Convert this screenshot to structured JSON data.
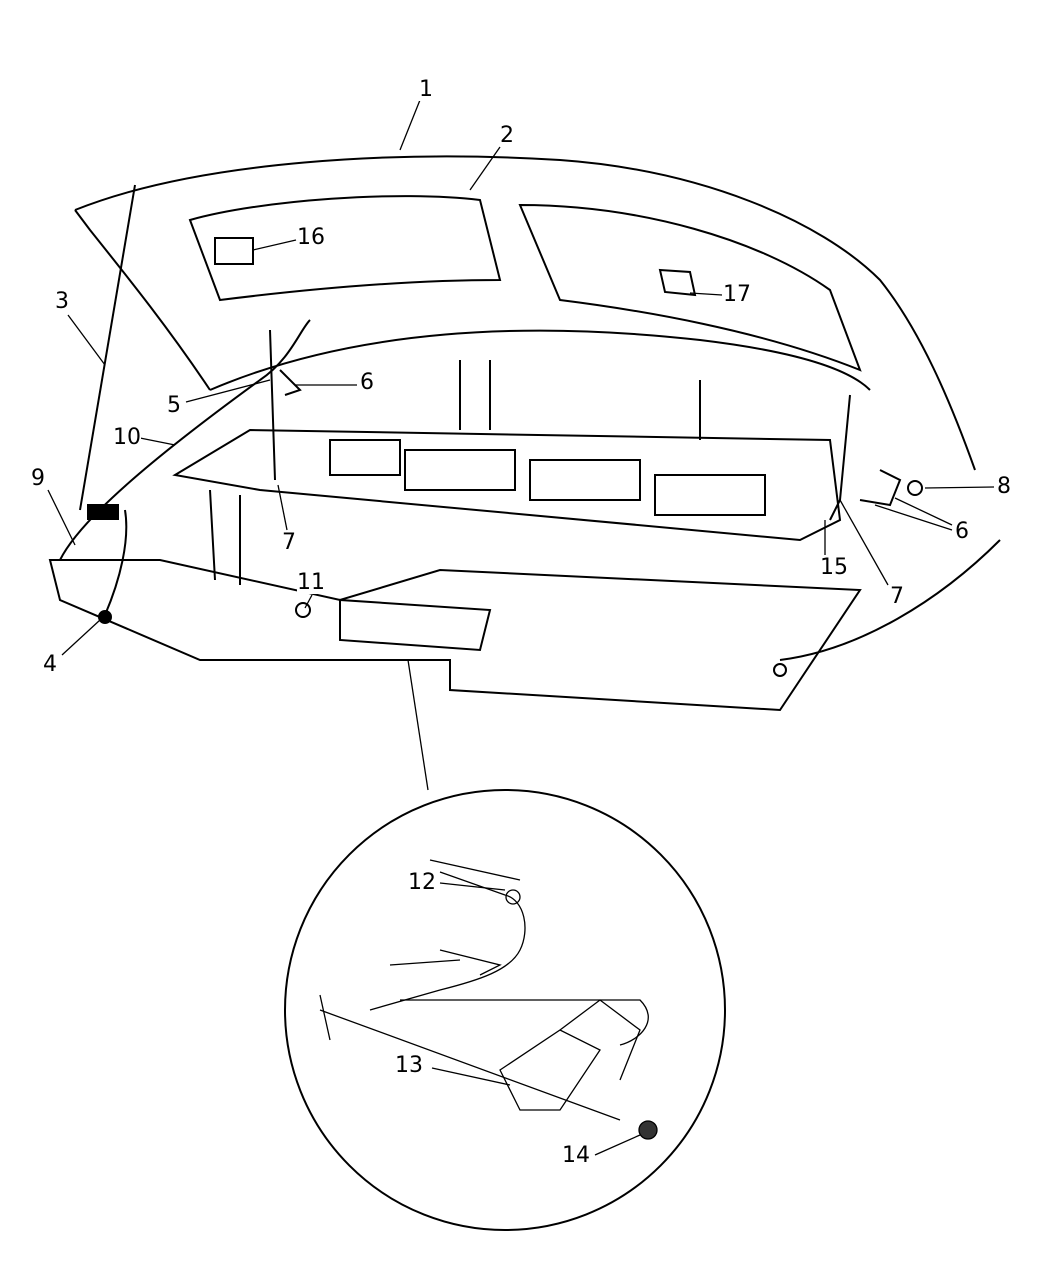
{
  "diagram": {
    "callouts": [
      "1",
      "2",
      "16",
      "17",
      "3",
      "5",
      "6",
      "10",
      "9",
      "7",
      "8",
      "6",
      "15",
      "7",
      "11",
      "4",
      "12",
      "13",
      "14"
    ]
  }
}
